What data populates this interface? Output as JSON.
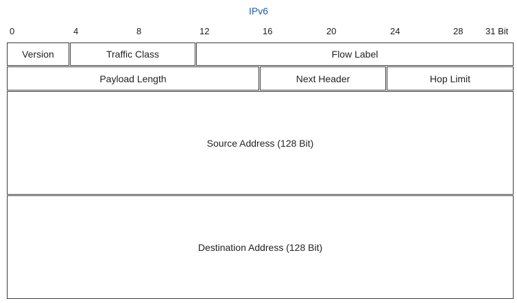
{
  "title": "IPv6",
  "bit_ticks": [
    "0",
    "4",
    "8",
    "12",
    "16",
    "20",
    "24",
    "28",
    "31 Bit"
  ],
  "fields": {
    "version": "Version",
    "traffic_class": "Traffic Class",
    "flow_label": "Flow Label",
    "payload_length": "Payload Length",
    "next_header": "Next Header",
    "hop_limit": "Hop Limit",
    "source_address": "Source Address (128 Bit)",
    "destination_address": "Destination Address (128 Bit)"
  },
  "colors": {
    "title": "#1f5aa6",
    "border": "#3a3a3a",
    "text": "#222222"
  }
}
